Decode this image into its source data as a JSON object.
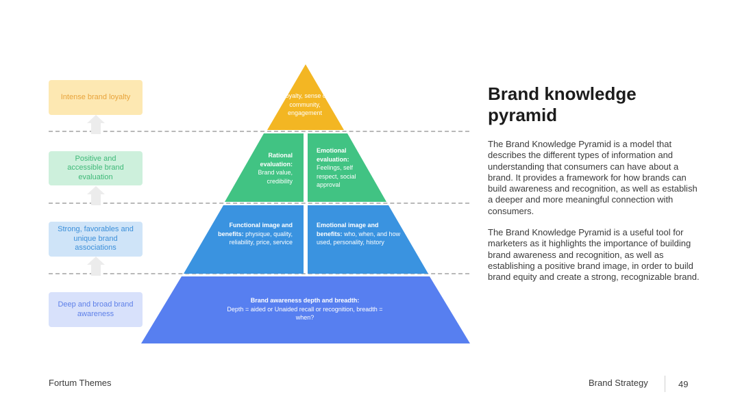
{
  "levels": [
    {
      "label": "Intense brand loyalty",
      "bg": "#fde8b2",
      "fg": "#e8a33a"
    },
    {
      "label": "Positive and accessible brand evaluation",
      "bg": "#cdf0dc",
      "fg": "#3fb978"
    },
    {
      "label": "Strong, favorables and unique brand associations",
      "bg": "#cfe4f8",
      "fg": "#3b8fd9"
    },
    {
      "label": "Deep and broad brand awareness",
      "bg": "#d8e1fb",
      "fg": "#5d7fe8"
    }
  ],
  "pyramid": {
    "top": {
      "text": "Loyalty, sense of community, engagement",
      "color": "#f3b623"
    },
    "rational": {
      "head": "Rational evaluation:",
      "body": "Brand value, credibility",
      "color": "#41c383"
    },
    "emotional_eval": {
      "head": "Emotional evaluation:",
      "body": "Feelings, self respect, social approval",
      "color": "#41c383"
    },
    "functional": {
      "head": "Functional image and benefits:",
      "body": "physique, quality, reliability, price, service",
      "color": "#3a93e0"
    },
    "emotional_img": {
      "head": "Emotional image and benefits:",
      "body": "who, when, and how used, personality, history",
      "color": "#3a93e0"
    },
    "base": {
      "head": "Brand awareness depth and breadth:",
      "body": "Depth = aided or Unaided recall or recognition, breadth = when?",
      "color": "#577ff0"
    }
  },
  "title": "Brand knowledge pyramid",
  "paragraphs": [
    "The Brand Knowledge Pyramid is a model that describes the different types of information and understanding that consumers can have about a brand. It provides a framework for how brands can build awareness and recognition, as well as establish a deeper and more meaningful connection with consumers.",
    "The Brand Knowledge Pyramid is a useful tool for marketers as it highlights the importance of building brand awareness and recognition, as well as establishing a positive brand image, in order to build brand equity and create a strong, recognizable brand."
  ],
  "footer": {
    "left": "Fortum Themes",
    "right": "Brand Strategy",
    "page": "49"
  }
}
